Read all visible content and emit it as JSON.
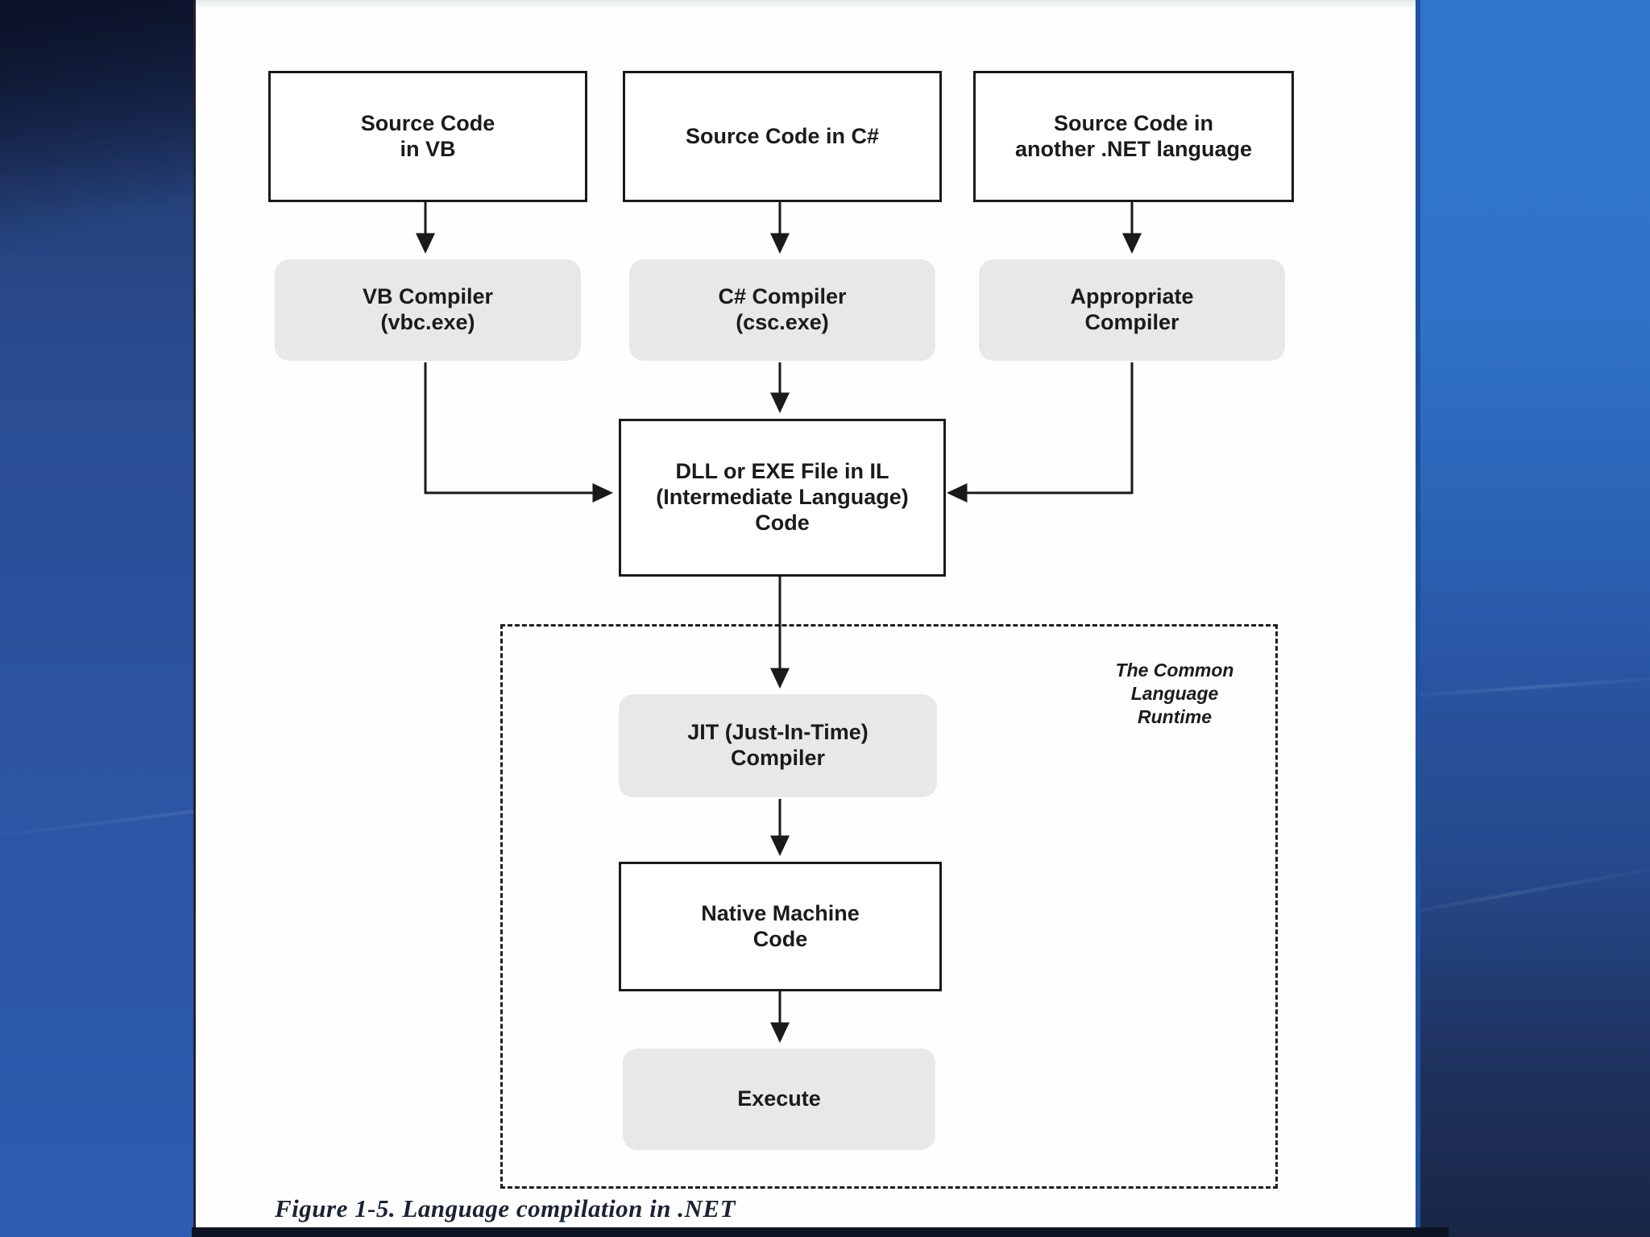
{
  "colors": {
    "node_fill_gray": "#e8e8e8",
    "node_border": "#1a1a1a",
    "page_background": "#fefefe",
    "desktop_blue_bright": "#2f74c9",
    "desktop_blue_dark": "#1b2547"
  },
  "figure": {
    "caption": "Figure 1-5. Language compilation in .NET",
    "source_row": [
      {
        "label": "Source Code\nin VB"
      },
      {
        "label": "Source Code in C#"
      },
      {
        "label": "Source Code in\nanother .NET language"
      }
    ],
    "compiler_row": [
      {
        "label": "VB Compiler\n(vbc.exe)"
      },
      {
        "label": "C# Compiler\n(csc.exe)"
      },
      {
        "label": "Appropriate\nCompiler"
      }
    ],
    "il_box": {
      "label": "DLL or EXE File in IL\n(Intermediate Language)\nCode"
    },
    "clr_region": {
      "label": "The Common\nLanguage\nRuntime",
      "jit_box": {
        "label": "JIT (Just-In-Time)\nCompiler"
      },
      "native_box": {
        "label": "Native Machine\nCode"
      },
      "execute_box": {
        "label": "Execute"
      }
    }
  }
}
